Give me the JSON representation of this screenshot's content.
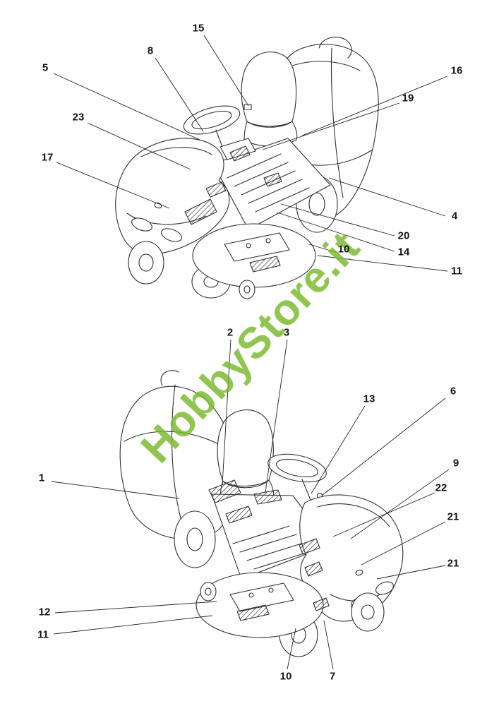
{
  "watermark": {
    "text": "HobbyStore.it",
    "color": "#76B82A"
  },
  "callouts": [
    {
      "num": "15"
    },
    {
      "num": "8"
    },
    {
      "num": "5"
    },
    {
      "num": "16"
    },
    {
      "num": "19"
    },
    {
      "num": "23"
    },
    {
      "num": "17"
    },
    {
      "num": "4"
    },
    {
      "num": "20"
    },
    {
      "num": "14"
    },
    {
      "num": "10"
    },
    {
      "num": "11"
    },
    {
      "num": "2"
    },
    {
      "num": "3"
    },
    {
      "num": "13"
    },
    {
      "num": "6"
    },
    {
      "num": "1"
    },
    {
      "num": "9"
    },
    {
      "num": "22"
    },
    {
      "num": "21"
    },
    {
      "num": "21"
    },
    {
      "num": "12"
    },
    {
      "num": "11"
    },
    {
      "num": "10"
    },
    {
      "num": "7"
    }
  ]
}
